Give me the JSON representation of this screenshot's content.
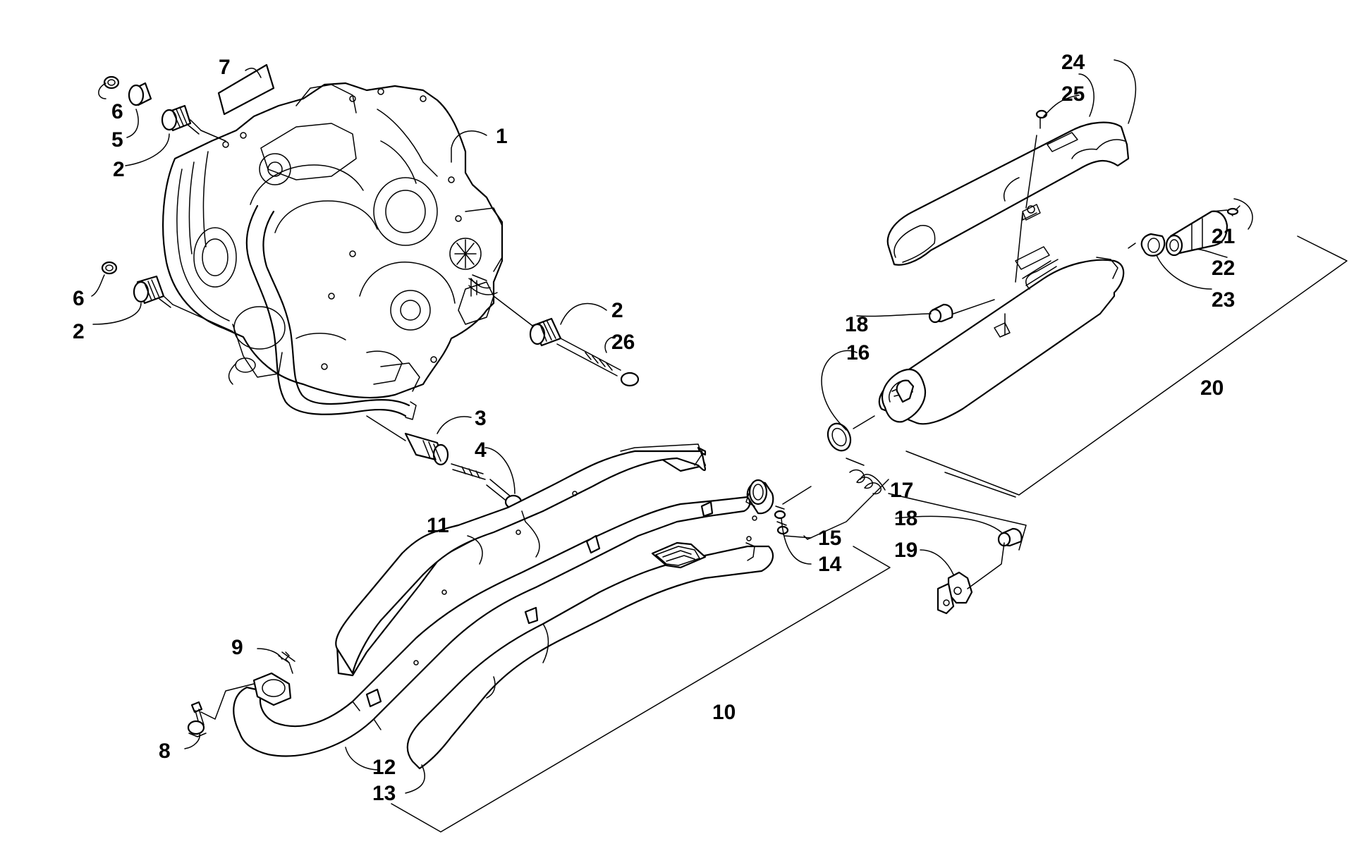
{
  "diagram": {
    "callouts": [
      {
        "id": "c1",
        "text": "1"
      },
      {
        "id": "c2a",
        "text": "2"
      },
      {
        "id": "c2b",
        "text": "2"
      },
      {
        "id": "c2c",
        "text": "2"
      },
      {
        "id": "c3",
        "text": "3"
      },
      {
        "id": "c4",
        "text": "4"
      },
      {
        "id": "c5",
        "text": "5"
      },
      {
        "id": "c6a",
        "text": "6"
      },
      {
        "id": "c6b",
        "text": "6"
      },
      {
        "id": "c7",
        "text": "7"
      },
      {
        "id": "c8",
        "text": "8"
      },
      {
        "id": "c9",
        "text": "9"
      },
      {
        "id": "c10",
        "text": "10"
      },
      {
        "id": "c11",
        "text": "11"
      },
      {
        "id": "c12",
        "text": "12"
      },
      {
        "id": "c13",
        "text": "13"
      },
      {
        "id": "c14",
        "text": "14"
      },
      {
        "id": "c15",
        "text": "15"
      },
      {
        "id": "c16",
        "text": "16"
      },
      {
        "id": "c17",
        "text": "17"
      },
      {
        "id": "c18a",
        "text": "18"
      },
      {
        "id": "c18b",
        "text": "18"
      },
      {
        "id": "c19",
        "text": "19"
      },
      {
        "id": "c20",
        "text": "20"
      },
      {
        "id": "c21",
        "text": "21"
      },
      {
        "id": "c22",
        "text": "22"
      },
      {
        "id": "c23",
        "text": "23"
      },
      {
        "id": "c24",
        "text": "24"
      },
      {
        "id": "c25",
        "text": "25"
      },
      {
        "id": "c26",
        "text": "26"
      }
    ]
  }
}
